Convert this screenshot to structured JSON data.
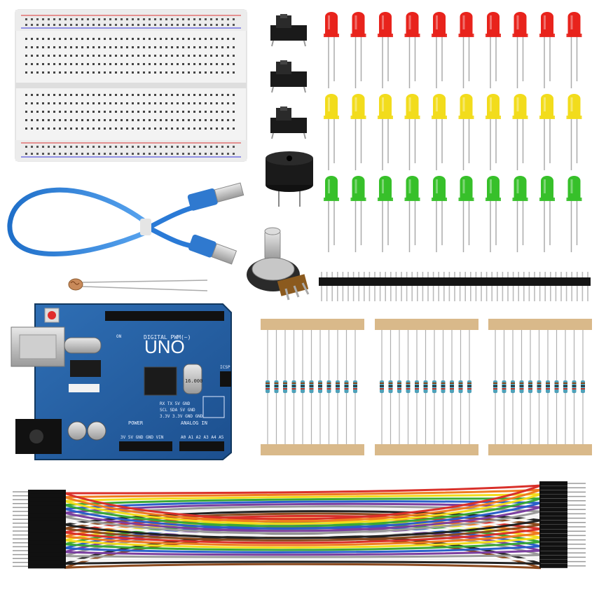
{
  "board": {
    "brand": "UNO",
    "digital_header": "DIGITAL PWM(~)",
    "power_label": "POWER",
    "analog_label": "ANALOG IN",
    "icsp_label": "ICSP",
    "crystal_label": "16.000",
    "on_label": "ON",
    "comm_labels": "RX  TX  5V  GND",
    "row2_labels": "SCL SDA 5V  GND",
    "row3_labels": "3.3V 3.3V GND GND",
    "power_pins": "3V  5V  GND GND VIN",
    "analog_pins": "A0 A1 A2 A3 A4 A5"
  },
  "components": {
    "led_colors": [
      "#e8231c",
      "#f2dc1c",
      "#37c02a"
    ],
    "leds_per_row": 10,
    "resistor_strip_count": 3,
    "resistors_per_strip": 11,
    "button_count": 3,
    "jumper_colors": [
      "#d9302a",
      "#f07c1f",
      "#f2dc1c",
      "#3aa836",
      "#2a5fc9",
      "#7b3fa0",
      "#9a9a9a",
      "#f4f4f4",
      "#222222",
      "#8b4a1e"
    ]
  }
}
